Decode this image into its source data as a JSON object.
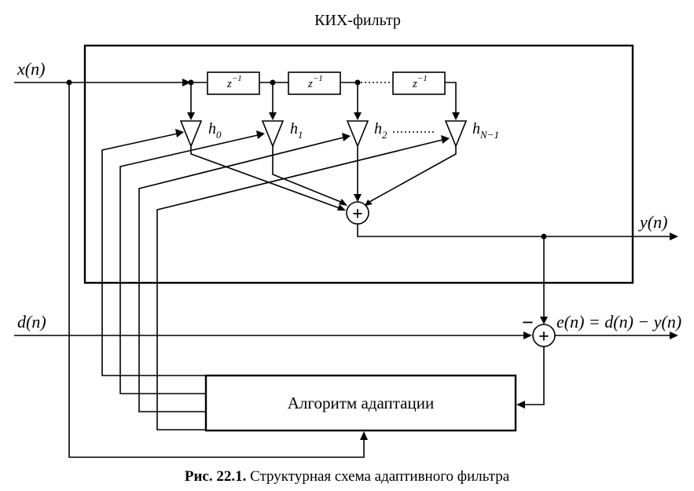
{
  "figure": {
    "fir_title": "КИХ-фильтр",
    "delay_label": {
      "base": "z",
      "exponent": "−1"
    },
    "coefficients": [
      {
        "base": "h",
        "sub": "0"
      },
      {
        "base": "h",
        "sub": "1"
      },
      {
        "base": "h",
        "sub": "2"
      },
      {
        "base": "h",
        "sub": "N−1"
      }
    ],
    "signals": {
      "input": "x(n)",
      "output": "y(n)",
      "desired": "d(n)",
      "error": "e(n) = d(n) − y(n)"
    },
    "adder_symbol": "+",
    "minus_sign": "−",
    "algorithm_label": "Алгоритм адаптации"
  },
  "caption": {
    "number": "Рис. 22.1.",
    "text": " Структурная схема адаптивного фильтра"
  }
}
